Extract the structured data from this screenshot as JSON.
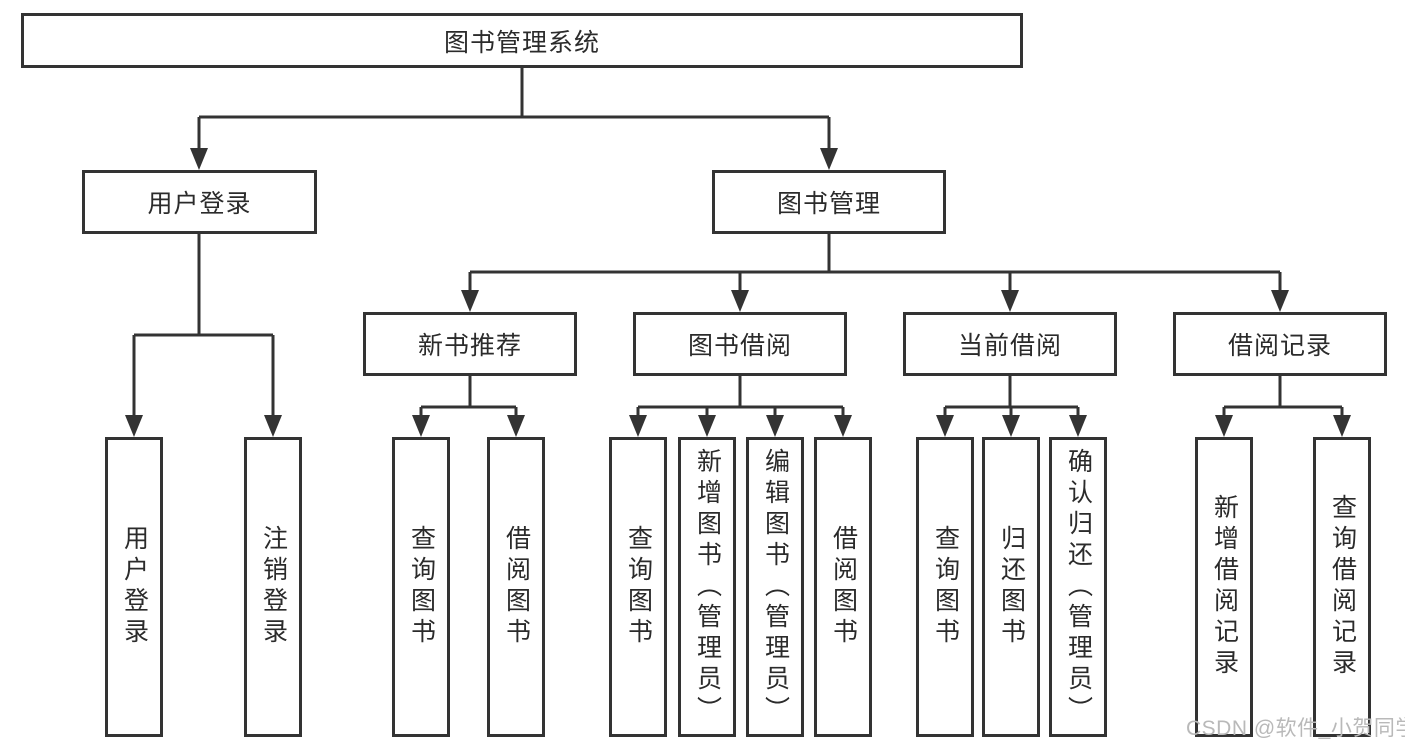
{
  "diagram": {
    "root": {
      "label": "图书管理系统"
    },
    "level2": [
      {
        "label": "用户登录"
      },
      {
        "label": "图书管理"
      }
    ],
    "level3": [
      {
        "label": "新书推荐"
      },
      {
        "label": "图书借阅"
      },
      {
        "label": "当前借阅"
      },
      {
        "label": "借阅记录"
      }
    ],
    "leaves": {
      "user_login": [
        "用户登录",
        "注销登录"
      ],
      "new_books": [
        "查询图书",
        "借阅图书"
      ],
      "book_borrow": [
        "查询图书",
        "新增图书（管理员）",
        "编辑图书（管理员）",
        "借阅图书"
      ],
      "current_borrow": [
        "查询图书",
        "归还图书",
        "确认归还（管理员）"
      ],
      "borrow_records": [
        "新增借阅记录",
        "查询借阅记录"
      ]
    }
  },
  "watermark": {
    "text": "CSDN @软件_小贺同学"
  },
  "colors": {
    "line": "#333333",
    "text": "#2b2b2b",
    "watermark": "#b9b9b9",
    "background": "#ffffff"
  }
}
